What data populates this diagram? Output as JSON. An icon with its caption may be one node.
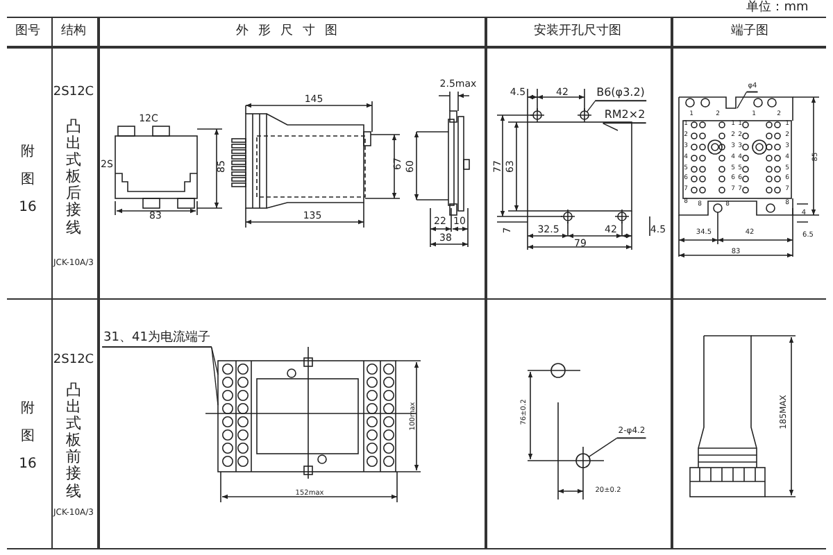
{
  "diagram": {
    "nodes": [
      {
        "text": [
          "B6(φ3.2)"
        ]
      },
      {
        "text": [
          "RM2×2"
        ]
      },
      {
        "text": [
          "φ4"
        ]
      },
      {
        "text": [
          "31、41为电流端子"
        ]
      },
      {
        "text": [
          "2-φ4.2"
        ]
      },
      {
        "text": [],
        "shape": "circle"
      },
      {
        "text": [],
        "shape": "circle"
      }
    ],
    "edges": [
      {
        "from": 0,
        "to": 5,
        "arrow": "none"
      },
      {
        "from": 1,
        "to": null,
        "arrow": "none"
      },
      {
        "from": 2,
        "to": null,
        "arrow": "none"
      },
      {
        "from": 3,
        "to": null,
        "arrow": "none"
      },
      {
        "from": 3,
        "to": null,
        "arrow": "none"
      },
      {
        "from": 4,
        "to": 6,
        "arrow": "none"
      }
    ],
    "labels": [
      "单位：mm",
      "图号",
      "结构",
      "外形尺寸图",
      "安装开孔尺寸图",
      "端子图",
      "附图16",
      "2S12C",
      "凸出式板后接线",
      "JCK-10A/3",
      "12C",
      "2S",
      "85",
      "83",
      "145",
      "2.5max",
      "67",
      "60",
      "135",
      "22",
      "10",
      "38",
      "4.5",
      "42",
      "77",
      "63",
      "7",
      "32.5",
      "42",
      "4.5",
      "79",
      "1",
      "2",
      "1",
      "2",
      "1",
      "1",
      "1",
      "1",
      "2",
      "2",
      "2",
      "2",
      "3",
      "3",
      "3",
      "3",
      "4",
      "4",
      "4",
      "4",
      "5",
      "5",
      "5",
      "5",
      "6",
      "6",
      "6",
      "6",
      "7",
      "7",
      "7",
      "7",
      "8",
      "8",
      "8",
      "8",
      "85",
      "4",
      "34.5",
      "42",
      "6.5",
      "83",
      "附图16",
      "2S12C",
      "凸出式板前接线",
      "JCK-10A/3",
      "100max",
      "152max",
      "76±0.2",
      "20±0.2",
      "185MAX"
    ]
  }
}
